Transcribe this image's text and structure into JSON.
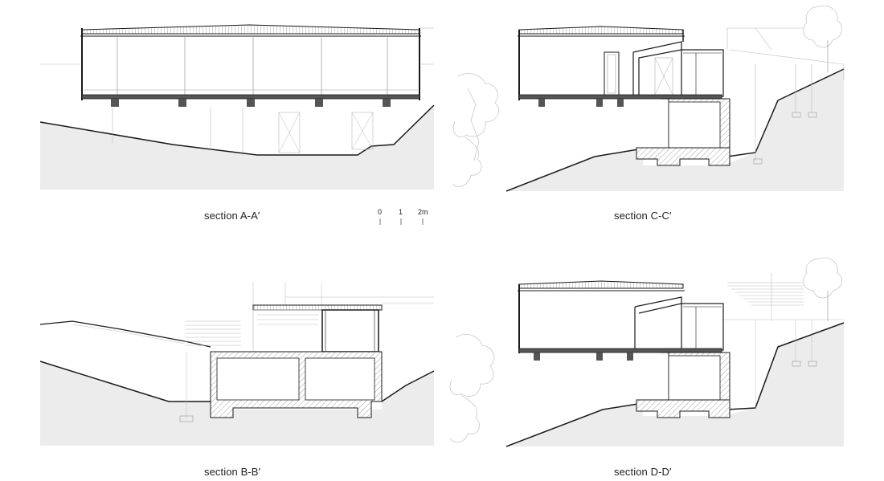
{
  "sections": [
    {
      "id": "a",
      "caption": "section A-A′"
    },
    {
      "id": "c",
      "caption": "section C-C′"
    },
    {
      "id": "b",
      "caption": "section B-B′"
    },
    {
      "id": "d",
      "caption": "section D-D′"
    }
  ],
  "scale_bar": {
    "labels": [
      "0",
      "1",
      "2m"
    ]
  },
  "colors": {
    "ground": "#ececec",
    "line": "#1a1a1a",
    "thin": "#9a9a9a",
    "tree": "#c8c8c8",
    "slab": "#555555"
  }
}
